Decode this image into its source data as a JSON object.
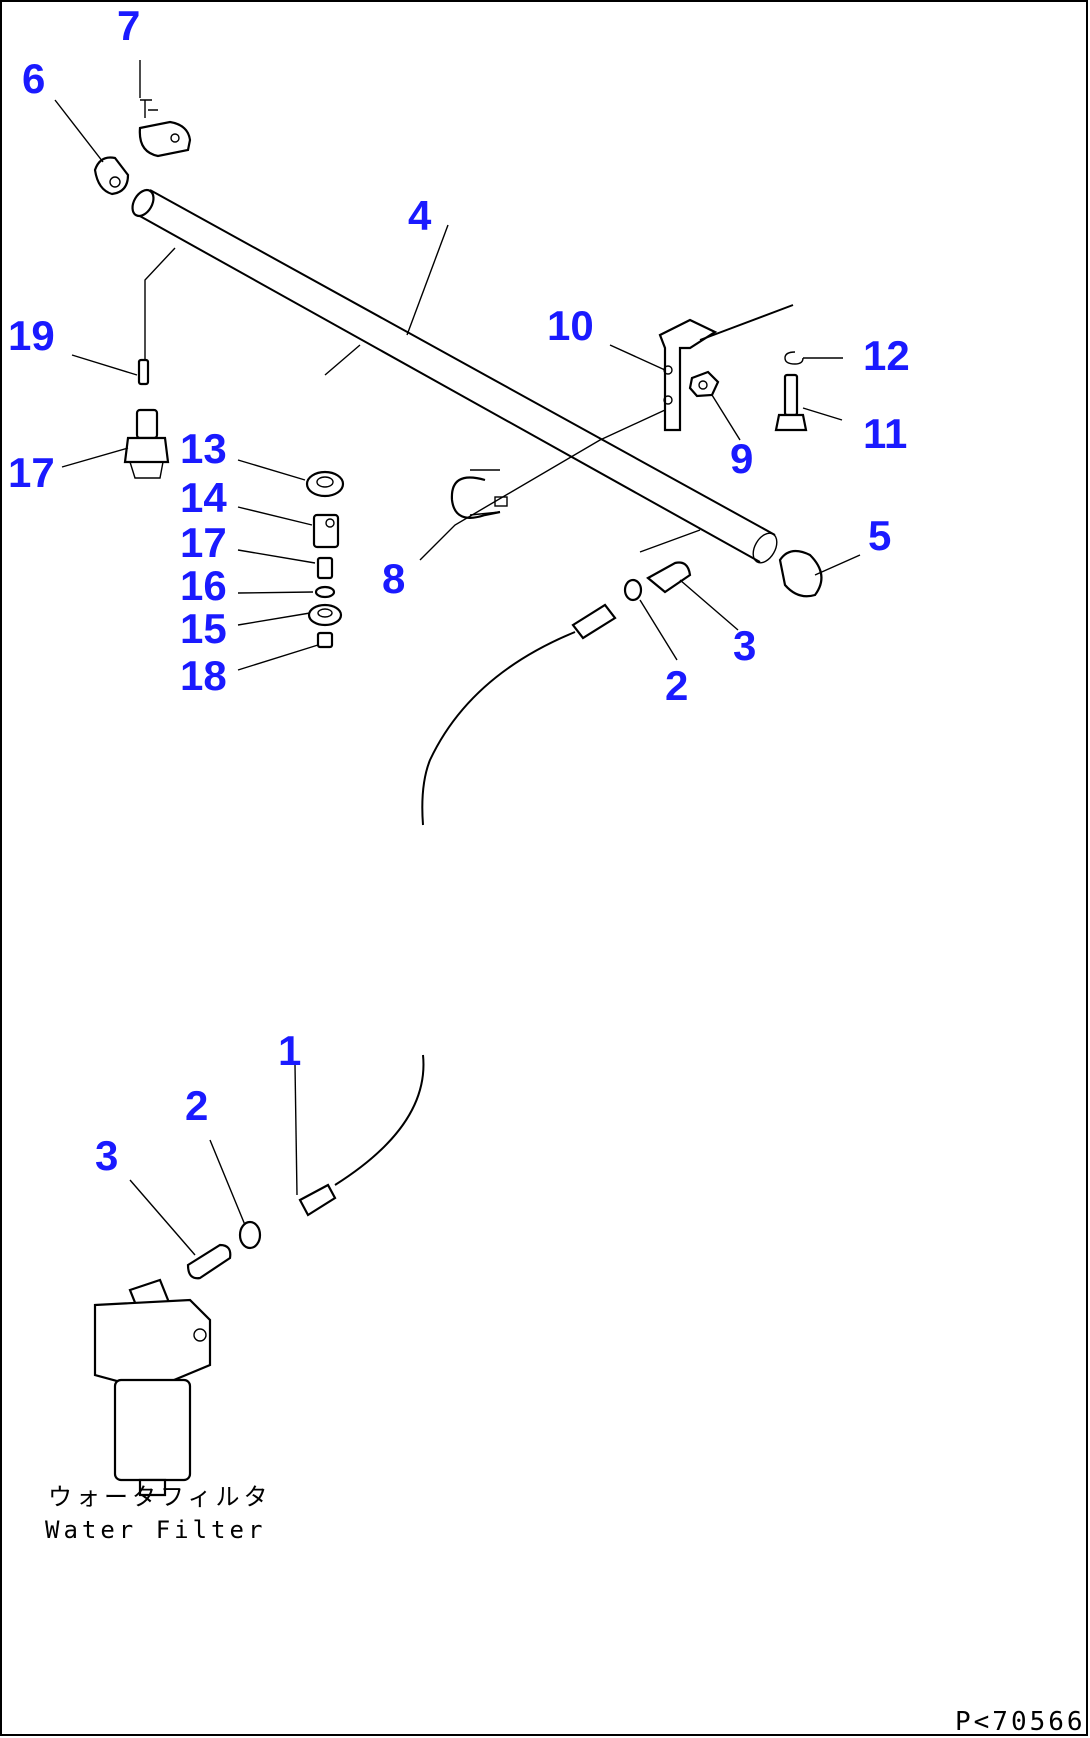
{
  "callouts": [
    {
      "id": "c7",
      "text": "7"
    },
    {
      "id": "c6",
      "text": "6"
    },
    {
      "id": "c4",
      "text": "4"
    },
    {
      "id": "c19",
      "text": "19"
    },
    {
      "id": "c17a",
      "text": "17"
    },
    {
      "id": "c13",
      "text": "13"
    },
    {
      "id": "c14",
      "text": "14"
    },
    {
      "id": "c17b",
      "text": "17"
    },
    {
      "id": "c16",
      "text": "16"
    },
    {
      "id": "c15",
      "text": "15"
    },
    {
      "id": "c18",
      "text": "18"
    },
    {
      "id": "c10",
      "text": "10"
    },
    {
      "id": "c12",
      "text": "12"
    },
    {
      "id": "c11",
      "text": "11"
    },
    {
      "id": "c9",
      "text": "9"
    },
    {
      "id": "c5",
      "text": "5"
    },
    {
      "id": "c8",
      "text": "8"
    },
    {
      "id": "c3a",
      "text": "3"
    },
    {
      "id": "c2a",
      "text": "2"
    },
    {
      "id": "c1",
      "text": "1"
    },
    {
      "id": "c2b",
      "text": "2"
    },
    {
      "id": "c3b",
      "text": "3"
    }
  ],
  "caption": {
    "japanese": "ウォータフィルタ",
    "english": "Water Filter"
  },
  "drawing_code": "P<70566"
}
